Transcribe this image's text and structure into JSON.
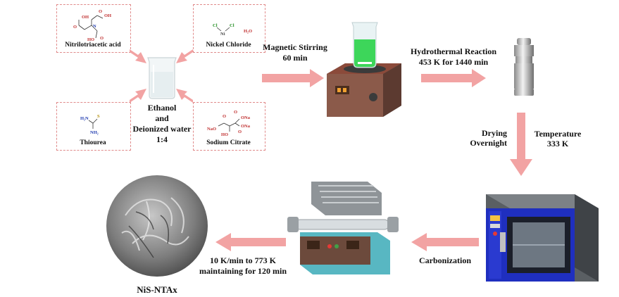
{
  "colors": {
    "arrow": "#f2a3a3",
    "box_border": "#e08a8a",
    "solution_green": "#3dd65a",
    "oven_blue": "#1f2fbf",
    "furnace_teal": "#58b7c2"
  },
  "reagents": {
    "nta": {
      "label": "Nitrilotriacetic acid",
      "atoms": [
        "OH",
        "OH",
        "O",
        "O",
        "N",
        "HO",
        "O"
      ]
    },
    "nicl": {
      "label": "Nickel Chloride",
      "atoms": [
        "Cl",
        "Cl",
        "Ni",
        "H₂O"
      ]
    },
    "thiourea": {
      "label": "Thiourea",
      "atoms": [
        "H₂N",
        "S",
        "NH₂"
      ]
    },
    "citrate": {
      "label": "Sodium Citrate",
      "atoms": [
        "O",
        "ONa",
        "NaO",
        "O",
        "HO",
        "O",
        "ONa"
      ]
    }
  },
  "solvent": {
    "line1": "Ethanol",
    "line2": "and",
    "line3": "Deionized water",
    "line4": "1:4"
  },
  "steps": {
    "stirring": {
      "line1": "Magnetic Stirring",
      "line2": "60 min"
    },
    "hydrothermal": {
      "line1": "Hydrothermal Reaction",
      "line2": "453 K for 1440 min"
    },
    "drying_left": {
      "line1": "Drying",
      "line2": "Overnight"
    },
    "drying_right": {
      "line1": "Temperature",
      "line2": "333 K"
    },
    "carbonization": {
      "label": "Carbonization"
    },
    "heating": {
      "line1": "10 K/min to 773 K",
      "line2": "maintaining for 120 min"
    }
  },
  "product": {
    "label": "NiS-NTAx"
  }
}
